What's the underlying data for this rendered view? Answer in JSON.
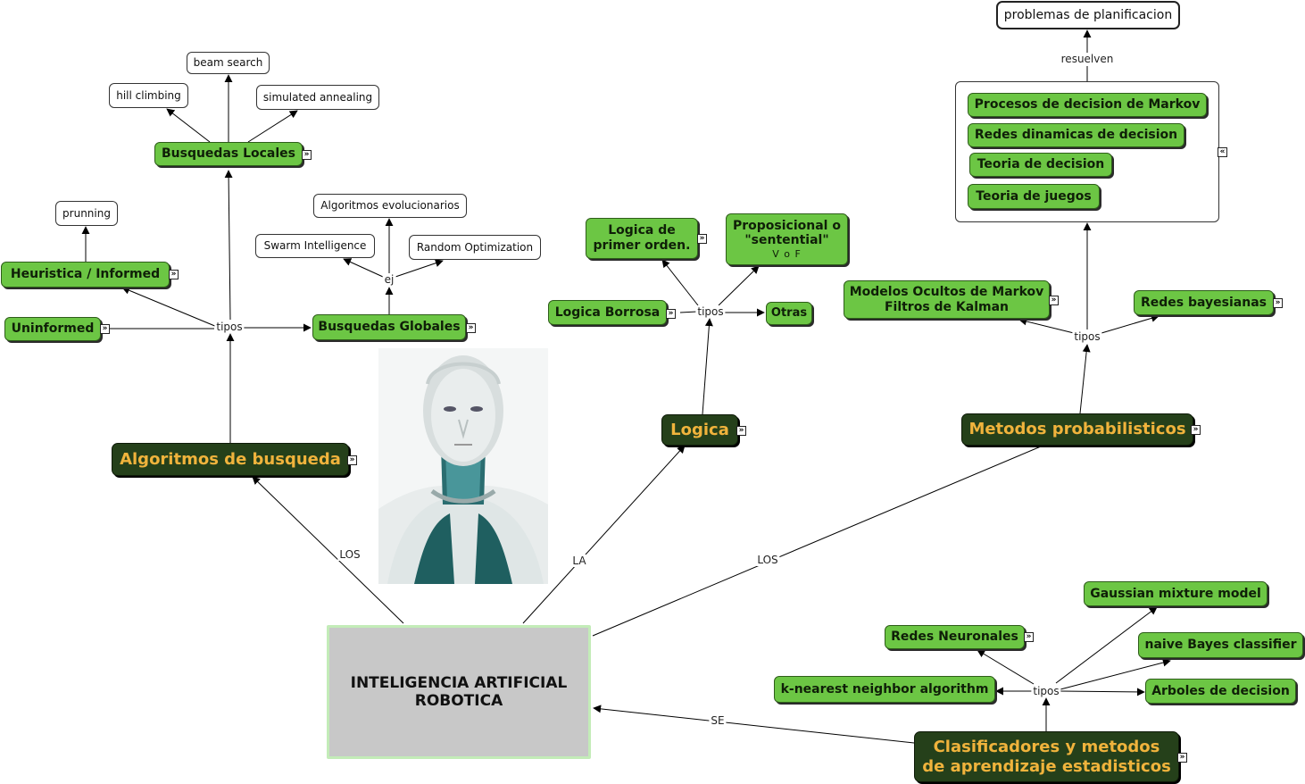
{
  "central": {
    "line1": "INTELIGENCIA ARTIFICIAL",
    "line2": "ROBOTICA"
  },
  "categories": {
    "algoritmos": "Algoritmos de busqueda",
    "logica": "Logica",
    "metodos": "Metodos probabilisticos",
    "clasificadores_line1": "Clasificadores y metodos",
    "clasificadores_line2": "de aprendizaje estadisticos"
  },
  "search": {
    "locales": "Busquedas Locales",
    "globales": "Busquedas Globales",
    "heuristica": "Heuristica / Informed",
    "uninformed": "Uninformed",
    "hill_climbing": "hill climbing",
    "beam_search": "beam search",
    "simulated_annealing": "simulated annealing",
    "prunning": "prunning",
    "evolucionarios": "Algoritmos evolucionarios",
    "swarm": "Swarm Intelligence",
    "random_opt": "Random Optimization"
  },
  "logic": {
    "primer_orden_line1": "Logica de",
    "primer_orden_line2": "primer orden.",
    "proposicional_line1": "Proposicional o",
    "proposicional_line2": "\"sentential\"",
    "proposicional_sub": "V o F",
    "borrosa": "Logica Borrosa",
    "otras": "Otras"
  },
  "prob": {
    "title": "problemas de planificacion",
    "markov": "Procesos de decision de Markov",
    "redes_dinamicas": "Redes dinamicas de decision",
    "teoria_decision": "Teoria de decision",
    "teoria_juegos": "Teoria de juegos",
    "ocultos_line1": "Modelos Ocultos de Markov",
    "ocultos_line2": "Filtros de Kalman",
    "bayesianas": "Redes bayesianas"
  },
  "classifiers": {
    "gaussian": "Gaussian mixture model",
    "neuronales": "Redes Neuronales",
    "naive": "naive Bayes classifier",
    "knn": "k-nearest neighbor algorithm",
    "arboles": "Arboles de decision"
  },
  "labels": {
    "los_1": "LOS",
    "la": "LA",
    "los_2": "LOS",
    "se": "SE",
    "tipos_1": "tipos",
    "tipos_2": "tipos",
    "tipos_3": "tipos",
    "tipos_4": "tipos",
    "ej": "ej",
    "resuelven": "resuelven"
  },
  "icons": {
    "expand": "double-chevron-right-icon",
    "collapse": "double-chevron-left-icon"
  },
  "colors": {
    "green_node": "#6cc644",
    "dark_node": "#25401a",
    "dark_text": "#f0b33c",
    "central_bg": "#c8c8c8"
  }
}
